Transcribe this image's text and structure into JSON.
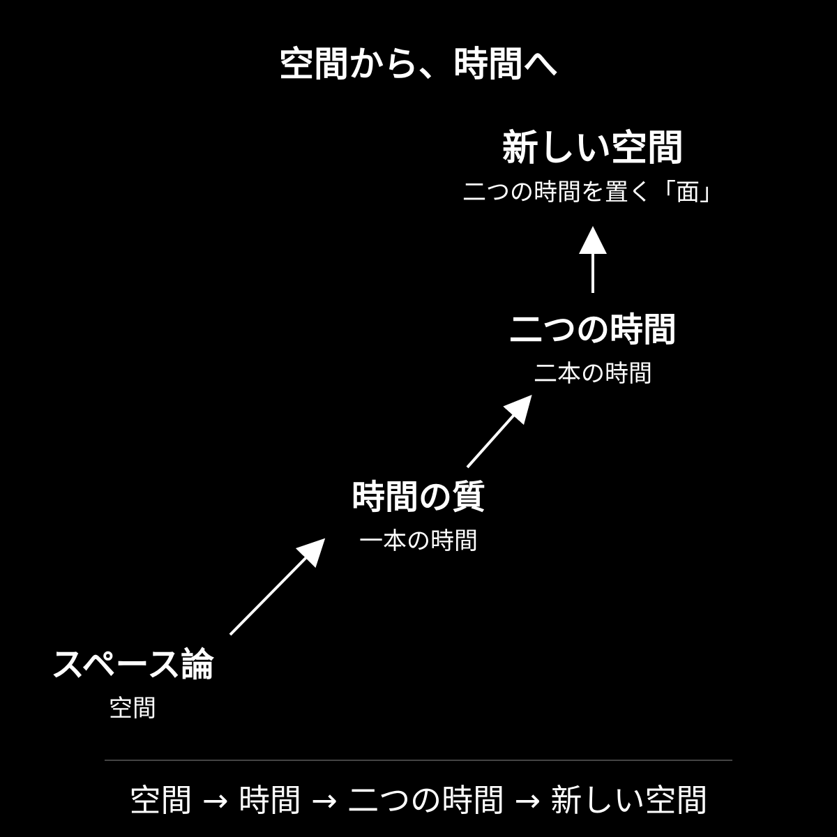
{
  "title": "空間から、時間へ",
  "nodes": {
    "space": {
      "label": "スペース論",
      "sub": "空間"
    },
    "quality": {
      "label": "時間の質",
      "sub": "一本の時間"
    },
    "two": {
      "label": "二つの時間",
      "sub": "二本の時間"
    },
    "new_space": {
      "label": "新しい空間",
      "sub": "二つの時間を置く「面」"
    }
  },
  "footer": "空間 → 時間 → 二つの時間 → 新しい空間",
  "colors": {
    "background": "#000000",
    "text": "#ffffff",
    "arrow": "#ffffff",
    "divider": "#444444"
  },
  "icons": [
    "arrow-up-right-icon",
    "arrow-up-icon"
  ]
}
